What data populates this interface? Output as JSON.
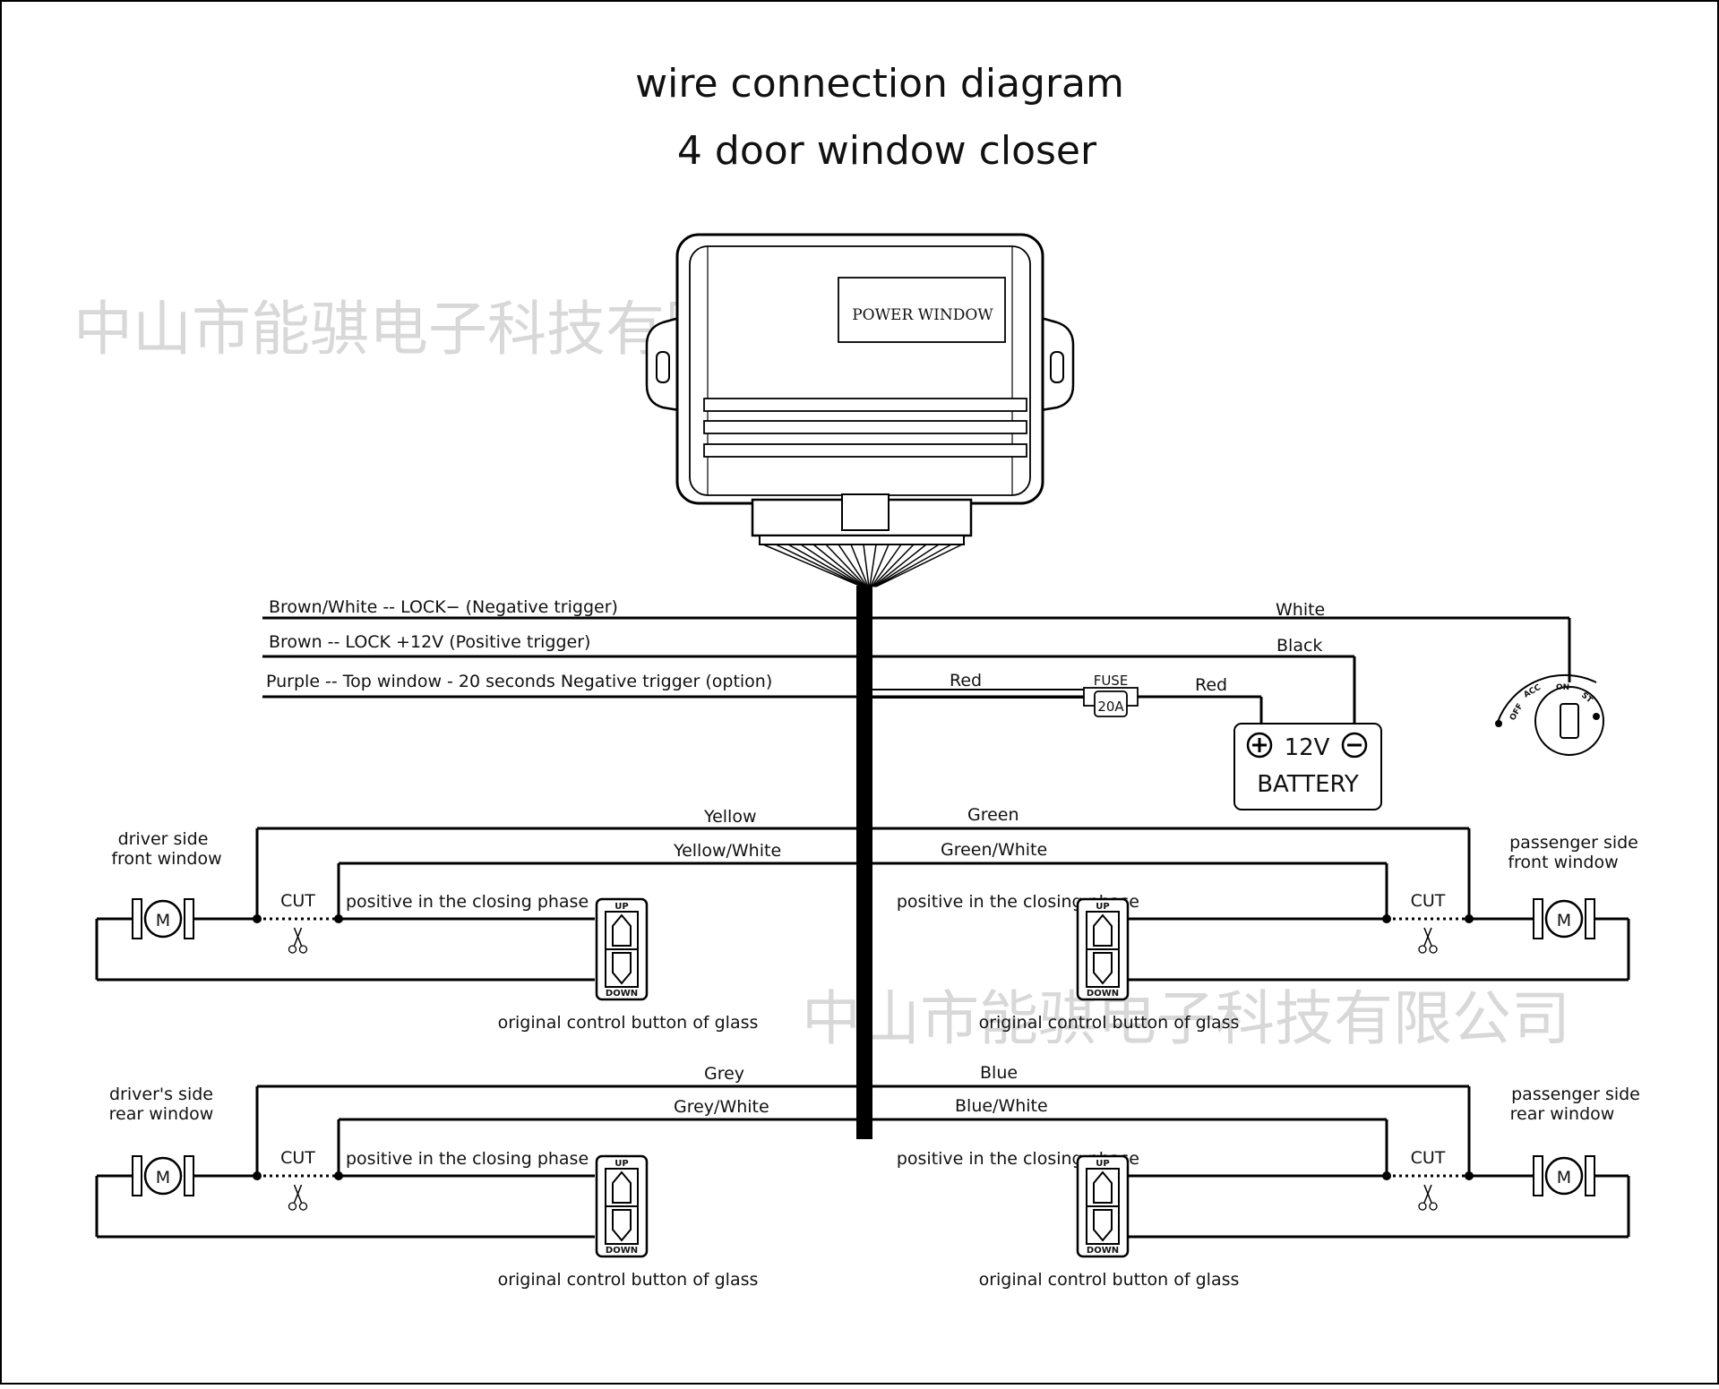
{
  "title": {
    "line1": "wire connection diagram",
    "line2": "4 door window closer"
  },
  "watermark": "中山市能骐电子科技有限公司",
  "module": {
    "label": "POWER WINDOW"
  },
  "wires": {
    "brown_white": "Brown/White --  LOCK−   (Negative trigger)",
    "brown": "Brown --  LOCK +12V  (Positive trigger)",
    "purple": "Purple -- Top window -  20 seconds Negative trigger (option)",
    "white": "White",
    "black": "Black",
    "red_in": "Red",
    "red_out": "Red",
    "yellow": "Yellow",
    "yellow_white": "Yellow/White",
    "green": "Green",
    "green_white": "Green/White",
    "grey": "Grey",
    "grey_white": "Grey/White",
    "blue": "Blue",
    "blue_white": "Blue/White"
  },
  "fuse": {
    "label": "FUSE",
    "rating": "20A"
  },
  "battery": {
    "voltage": "12V",
    "label": "BATTERY"
  },
  "ignition": {
    "positions": "OFF ACC ON ST"
  },
  "doors": [
    {
      "id": "driver-front",
      "label_line1": "driver side",
      "label_line2": "front window",
      "motor": "M",
      "cut": "CUT",
      "phase": "positive in the closing phase",
      "button_caption": "original  control button of glass",
      "up": "UP",
      "down": "DOWN"
    },
    {
      "id": "passenger-front",
      "label_line1": "passenger side",
      "label_line2": "front window",
      "motor": "M",
      "cut": "CUT",
      "phase": "positive in the closing phase",
      "button_caption": "original  control button of glass",
      "up": "UP",
      "down": "DOWN"
    },
    {
      "id": "driver-rear",
      "label_line1": "driver's side",
      "label_line2": "rear window",
      "motor": "M",
      "cut": "CUT",
      "phase": "positive in the closing phase",
      "button_caption": "original  control button of glass",
      "up": "UP",
      "down": "DOWN"
    },
    {
      "id": "passenger-rear",
      "label_line1": "passenger side",
      "label_line2": "rear window",
      "motor": "M",
      "cut": "CUT",
      "phase": "positive in the closing phase",
      "button_caption": "original  control button of glass",
      "up": "UP",
      "down": "DOWN"
    }
  ]
}
